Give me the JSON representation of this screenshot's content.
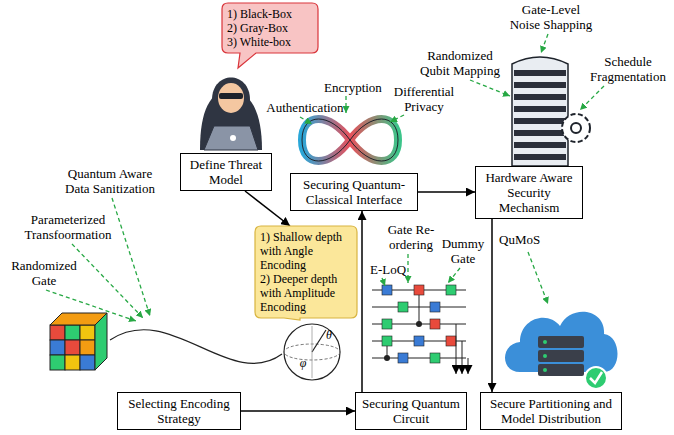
{
  "diagram": {
    "nodes": [
      {
        "text": [
          "1) Black-Box",
          "2) Gray-Box",
          "3) White-box"
        ]
      },
      {
        "text": [
          "Define Threat Model"
        ]
      },
      {
        "text": [
          "Securing Quantum- Classical Interface"
        ]
      },
      {
        "text": [
          "Hardware Aware Security Mechanism"
        ]
      },
      {
        "text": [
          "1) Shallow depth with Angle Encoding",
          "2) Deeper depth with Amplitude Encoding"
        ]
      },
      {
        "text": [
          "Selecting Encoding Strategy"
        ]
      },
      {
        "text": [
          "Securing Quantum Circuit"
        ]
      },
      {
        "text": [
          "Secure Partitioning and Model Distribution"
        ]
      }
    ],
    "edges": [
      {
        "from": 1,
        "to": 4,
        "arrow": "to"
      },
      {
        "from": 5,
        "to": 6,
        "arrow": "to"
      },
      {
        "from": 6,
        "to": 2,
        "arrow": "to"
      },
      {
        "from": 2,
        "to": 3,
        "arrow": "to"
      },
      {
        "from": 3,
        "to": 7,
        "label": "QuMoS",
        "arrow": "to"
      }
    ],
    "labels": [
      "Gate-Level Noise Shapping",
      "Randomized Qubit Mapping",
      "Schedule Fragmentation",
      "Encryption",
      "Authentication",
      "Differential Privacy",
      "Quantum Aware Data Sanitization",
      "Parameterized Transfoormation",
      "Randomized Gate",
      "Gate Re-ordering",
      "E-LoQ",
      "Dummy Gate",
      "θ",
      "φ"
    ]
  }
}
